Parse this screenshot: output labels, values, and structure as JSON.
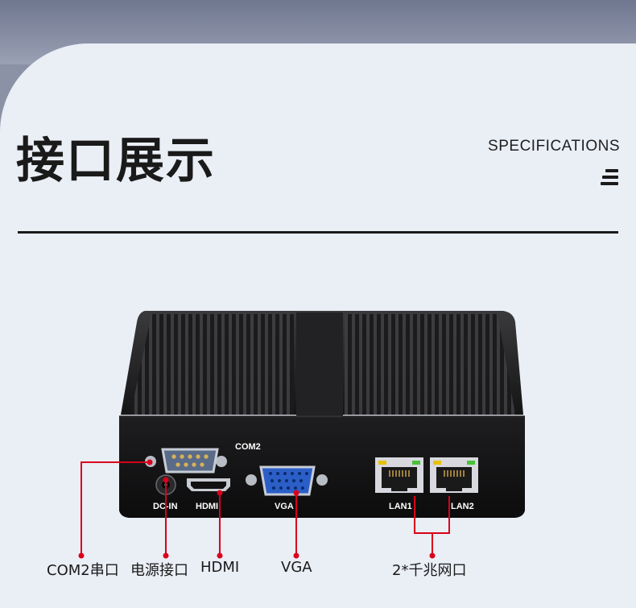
{
  "header": {
    "title": "接口展示",
    "subtitle": "SPECIFICATIONS",
    "menu_icon": "hamburger-menu-icon"
  },
  "device": {
    "ports": {
      "com2": "COM2",
      "dc_in": "DC-IN",
      "hdmi": "HDMI",
      "vga": "VGA",
      "lan1": "LAN1",
      "lan2": "LAN2"
    }
  },
  "callouts": {
    "com2": "COM2串口",
    "power": "电源接口",
    "hdmi": "HDMI",
    "vga": "VGA",
    "lan": "2*千兆网口"
  },
  "colors": {
    "accent_line": "#d9001b",
    "title": "#1a1a1a",
    "background": "#eaeef5"
  }
}
